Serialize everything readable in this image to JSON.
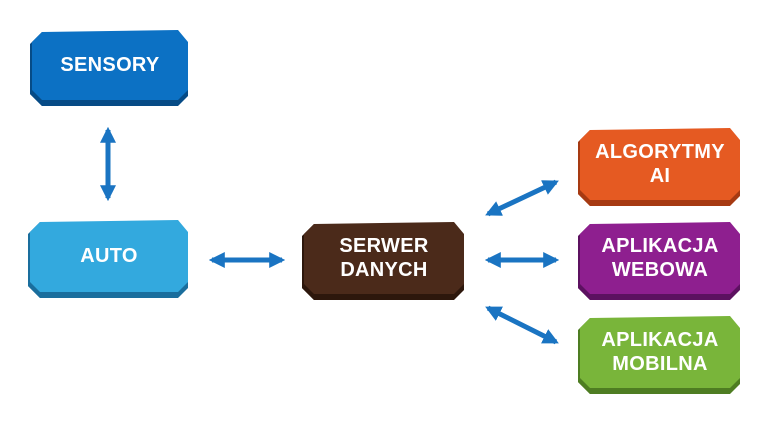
{
  "nodes": {
    "sensory": {
      "lines": [
        "SENSORY"
      ],
      "color_top": "#0c71c4",
      "color_side": "#064b86"
    },
    "auto": {
      "lines": [
        "AUTO"
      ],
      "color_top": "#33a9de",
      "color_side": "#1a6e9d"
    },
    "serwer": {
      "lines": [
        "SERWER",
        "DANYCH"
      ],
      "color_top": "#4b2a1a",
      "color_side": "#2d170c"
    },
    "algorytmy": {
      "lines": [
        "ALGORYTMY",
        "AI"
      ],
      "color_top": "#e55a22",
      "color_side": "#a63a12"
    },
    "webowa": {
      "lines": [
        "APLIKACJA",
        "WEBOWA"
      ],
      "color_top": "#8e1f8f",
      "color_side": "#5c1160"
    },
    "mobilna": {
      "lines": [
        "APLIKACJA",
        "MOBILNA"
      ],
      "color_top": "#79b53a",
      "color_side": "#4e7d22"
    }
  },
  "arrow_color": "#1a74c2"
}
